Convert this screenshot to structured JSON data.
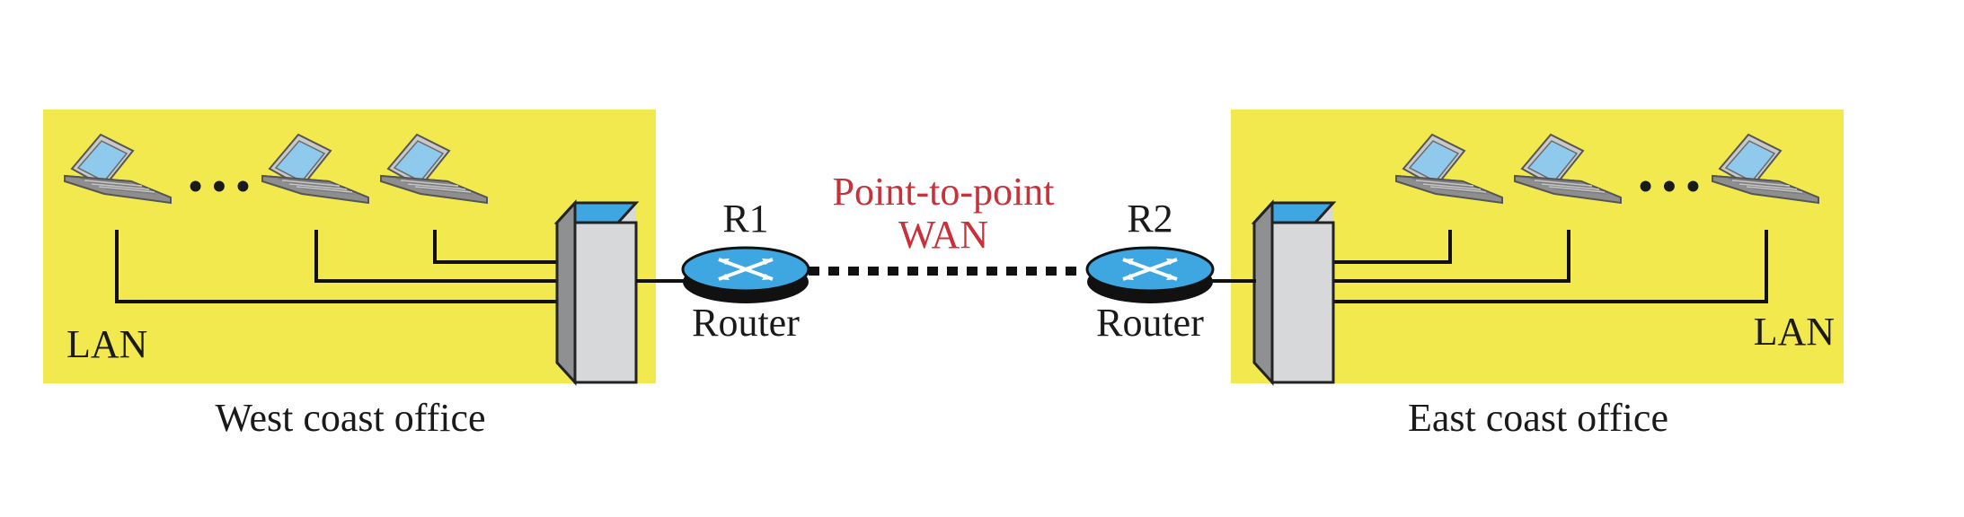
{
  "west_office": {
    "caption": "West coast office",
    "lan_label": "LAN",
    "ellipsis": "• • •"
  },
  "east_office": {
    "caption": "East coast office",
    "lan_label": "LAN",
    "ellipsis": "• • •"
  },
  "router_1": {
    "name": "R1",
    "type_label": "Router"
  },
  "router_2": {
    "name": "R2",
    "type_label": "Router"
  },
  "wan": {
    "line1": "Point-to-point",
    "line2": "WAN"
  },
  "colors": {
    "office_fill": "#f2e94e",
    "router_blue": "#3ea6e0",
    "switch_blue": "#3ea6e0",
    "wan_text": "#c8313a"
  }
}
